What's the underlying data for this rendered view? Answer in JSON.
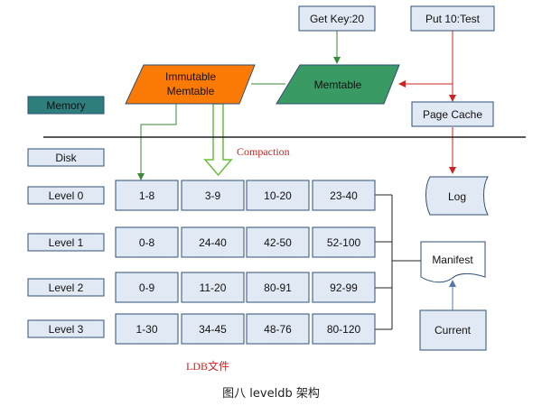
{
  "colors": {
    "box_fill": "#e1e9f4",
    "box_stroke": "#2e4f76",
    "memory_fill": "#2d7e7d",
    "memtable_fill": "#3a9a64",
    "immutable_fill": "#fb7a06",
    "green_arrow": "#3a8a3a",
    "red_arrow": "#cc2222",
    "blue_arrow": "#5577aa",
    "red_text": "#cc2222"
  },
  "labels": {
    "get_key": "Get Key:20",
    "put": "Put 10:Test",
    "memtable": "Memtable",
    "immutable_line1": "Immutable",
    "immutable_line2": "Memtable",
    "memory": "Memory",
    "disk": "Disk",
    "page_cache": "Page Cache",
    "compaction": "Compaction",
    "log": "Log",
    "manifest": "Manifest",
    "current": "Current",
    "ldb_files": "LDB文件",
    "caption": "图八  leveldb 架构"
  },
  "levels": [
    {
      "name": "Level 0",
      "ranges": [
        "1-8",
        "3-9",
        "10-20",
        "23-40"
      ]
    },
    {
      "name": "Level 1",
      "ranges": [
        "0-8",
        "24-40",
        "42-50",
        "52-100"
      ]
    },
    {
      "name": "Level 2",
      "ranges": [
        "0-9",
        "11-20",
        "80-91",
        "92-99"
      ]
    },
    {
      "name": "Level 3",
      "ranges": [
        "1-30",
        "34-45",
        "48-76",
        "80-120"
      ]
    }
  ]
}
